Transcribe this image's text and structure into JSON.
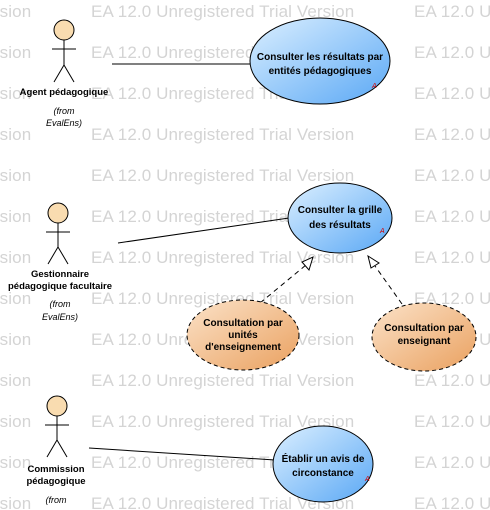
{
  "watermark": "EA 12.0 Unregistered Trial Version",
  "actors": [
    {
      "name_lines": [
        "Agent pédagogique"
      ],
      "from": "(from",
      "package": "EvalEns)"
    },
    {
      "name_lines": [
        "Gestionnaire",
        "pédagogique facultaire"
      ],
      "from": "(from",
      "package": "EvalEns)"
    },
    {
      "name_lines": [
        "Commission",
        "pédagogique"
      ],
      "from": "(from"
    }
  ],
  "usecases": [
    {
      "lines": [
        "Consulter les résultats par",
        "entités pédagogiques"
      ],
      "mark": "A"
    },
    {
      "lines": [
        "Consulter la grille",
        "des résultats"
      ],
      "mark": "A"
    },
    {
      "lines": [
        "Consultation par",
        "unités",
        "d'enseignement"
      ]
    },
    {
      "lines": [
        "Consultation par",
        "enseignant"
      ]
    },
    {
      "lines": [
        "Établir un avis de",
        "circonstance"
      ],
      "mark": "A"
    }
  ],
  "colors": {
    "actor_head": "#f9dcb0",
    "usecase_blue_light": "#dbefff",
    "usecase_blue_dark": "#5aa8f5",
    "usecase_orange_light": "#fbe2c8",
    "usecase_orange_dark": "#eaa160",
    "watermark": "#d4d4d4",
    "mark": "#d00000"
  }
}
